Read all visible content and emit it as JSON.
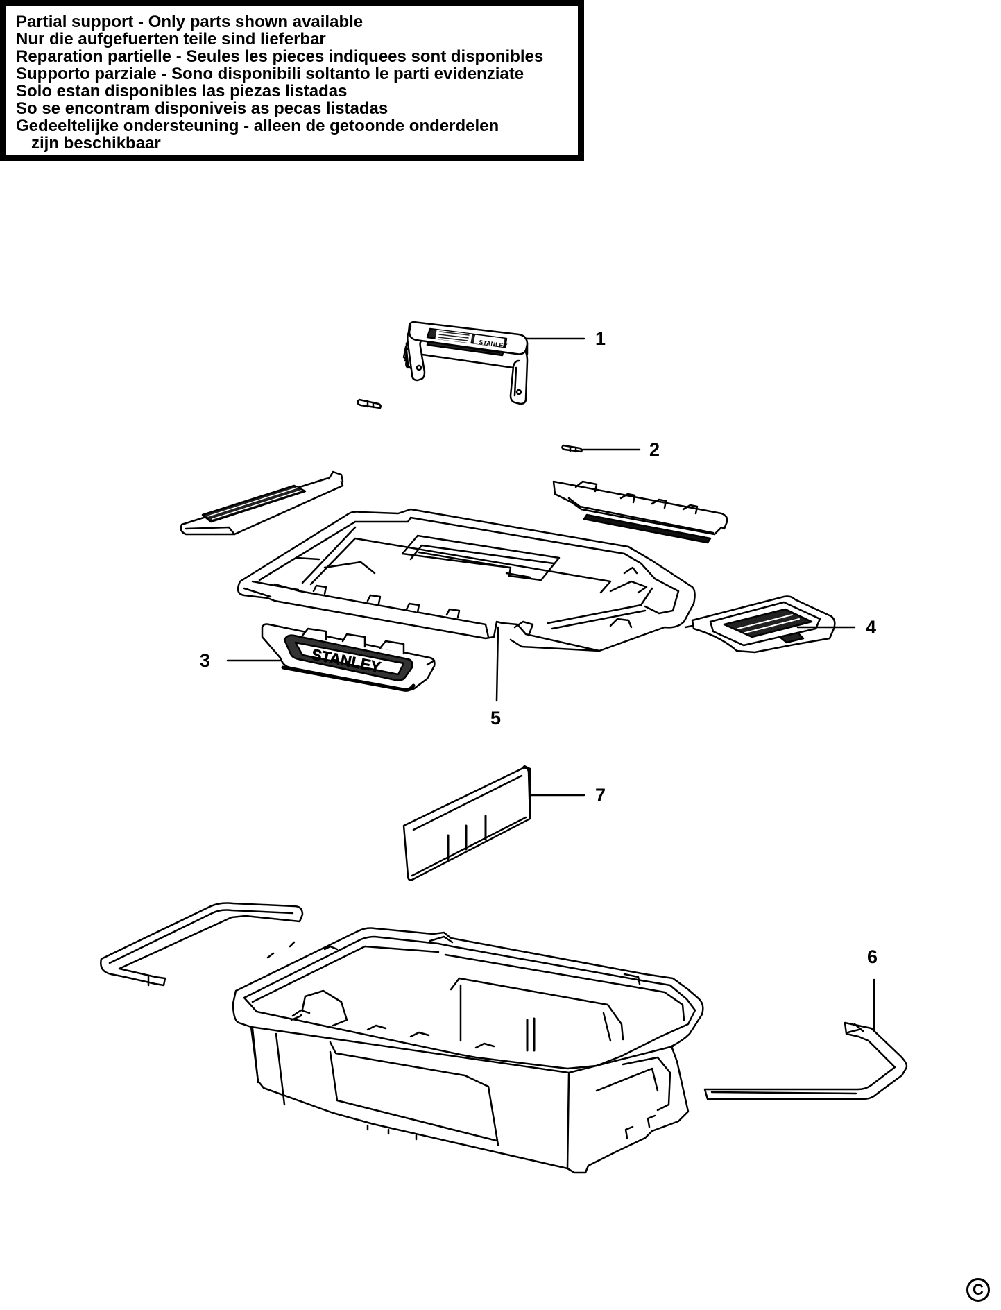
{
  "notice": {
    "lines": [
      "Partial support - Only parts shown available",
      "Nur die aufgefuerten teile sind lieferbar",
      "Reparation partielle - Seules les pieces indiquees sont disponibles",
      "Supporto parziale - Sono disponibili soltanto le parti evidenziate",
      "Solo estan disponibles las piezas listadas",
      "So se encontram disponiveis as pecas listadas",
      "Gedeeltelijke ondersteuning - alleen de getoonde onderdelen",
      "zijn beschikbaar"
    ]
  },
  "parts": [
    {
      "number": "1"
    },
    {
      "number": "2"
    },
    {
      "number": "3"
    },
    {
      "number": "4"
    },
    {
      "number": "5"
    },
    {
      "number": "6"
    },
    {
      "number": "7"
    }
  ],
  "logos": {
    "handle_logo": "STANLEY",
    "latch_logo": "STANLEY"
  },
  "copyright_symbol": "C"
}
